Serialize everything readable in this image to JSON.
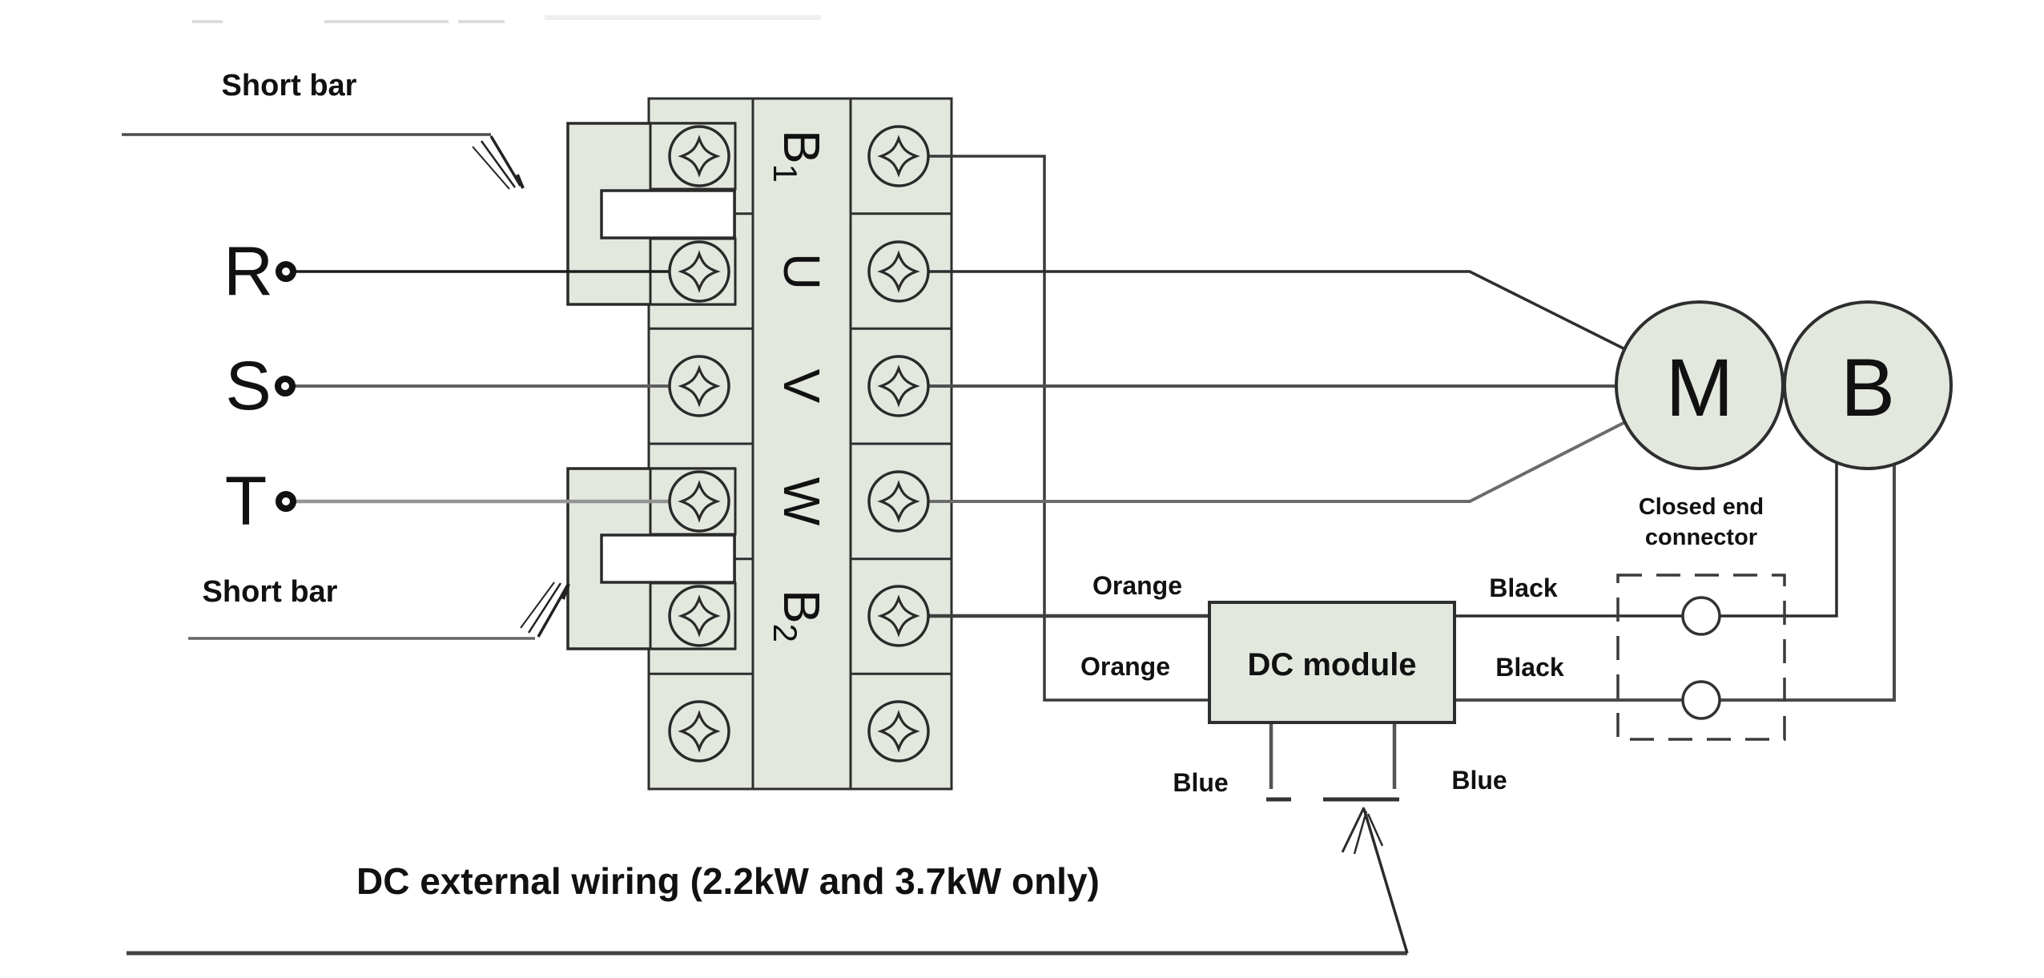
{
  "terminal_block": {
    "labels": [
      {
        "main": "B",
        "sub": "1"
      },
      {
        "main": "U",
        "sub": ""
      },
      {
        "main": "V",
        "sub": ""
      },
      {
        "main": "W",
        "sub": ""
      },
      {
        "main": "B",
        "sub": "2"
      }
    ]
  },
  "inputs": {
    "r": "R",
    "s": "S",
    "t": "T"
  },
  "components": {
    "motor": "M",
    "brake": "B",
    "dc_module": "DC module"
  },
  "wire_labels": {
    "orange_top": "Orange",
    "orange_bottom": "Orange",
    "black_top": "Black",
    "black_bottom": "Black",
    "blue_left": "Blue",
    "blue_right": "Blue"
  },
  "annotations": {
    "short_bar_top": "Short bar",
    "short_bar_bottom": "Short bar",
    "closed_end_line1": "Closed end",
    "closed_end_line2": "connector",
    "caption": "DC external wiring (2.2kW and 3.7kW only)"
  },
  "colors": {
    "component_fill": "#e3e8de",
    "outline": "#2e2e2e",
    "wire_dark": "#222222",
    "wire_mid": "#666666",
    "wire_light": "#979797",
    "connector_dash": "#3a3a3a"
  }
}
